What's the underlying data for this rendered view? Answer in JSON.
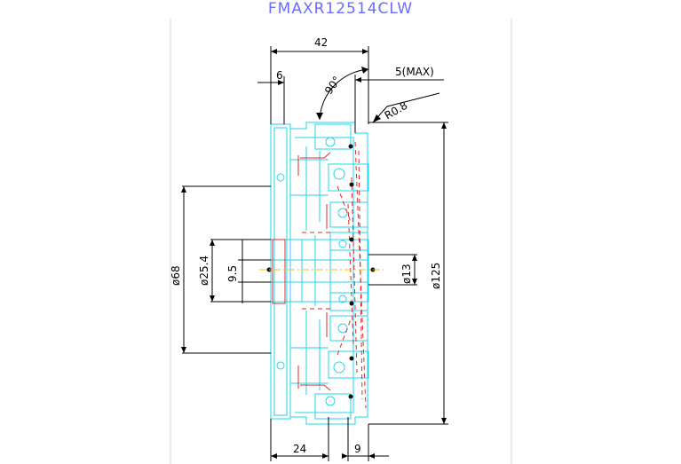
{
  "title": "FMAXR12514CLW",
  "dimensions": {
    "width_42": "42",
    "width_6": "6",
    "angle_90": "90°",
    "max_5": "5(MAX)",
    "radius": "R0.8",
    "dia_68": "ø68",
    "dia_25_4": "ø25.4",
    "dim_9_5": "9.5",
    "dia_13": "ø13",
    "dia_125": "ø125",
    "width_24": "24",
    "width_9": "9"
  },
  "colors": {
    "title": "#6b6bff",
    "cyan": "#1fd6e8",
    "red": "#e0282d",
    "dimension": "#000000"
  }
}
